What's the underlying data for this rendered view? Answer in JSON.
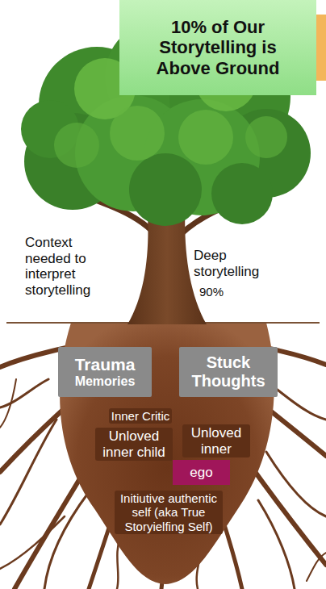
{
  "diagram": {
    "nodes": [
      {
        "text": [
          "10% of Our Storytelling is Above Ground"
        ]
      },
      {
        "text": [
          "Trauma",
          "Memories"
        ]
      },
      {
        "text": [
          "Stuck Thoughts"
        ]
      },
      {
        "text": [
          "ego"
        ]
      }
    ],
    "labels": [
      "Context needed to interpret storytelling",
      "Deep storytelling",
      "90%",
      "Inner Critic",
      "Unloved inner child",
      "Unloved inner",
      "Initiutive authentic self (aka True Storyielfing Self)"
    ]
  }
}
